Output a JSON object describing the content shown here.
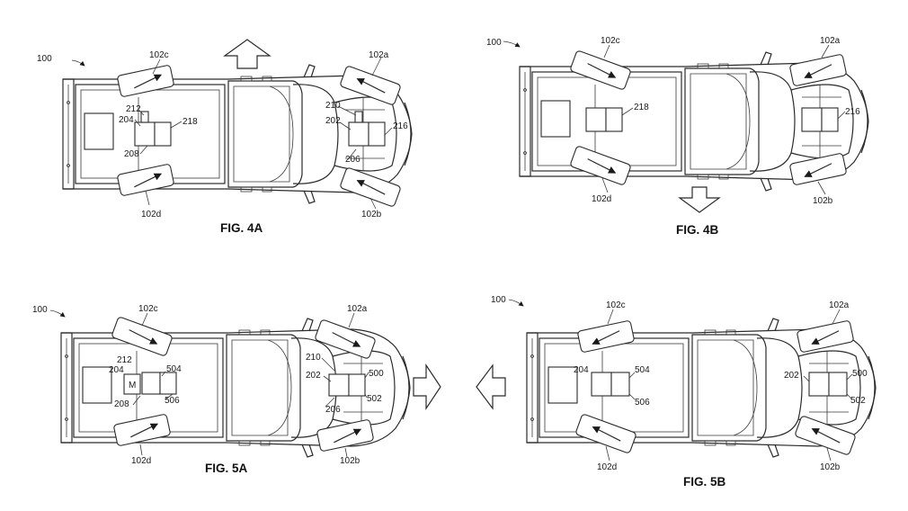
{
  "figures": [
    {
      "id": "4a",
      "caption": "FIG. 4A",
      "labels": {
        "ref": "100",
        "w_rl": "102c",
        "w_fl": "102a",
        "w_rr": "102d",
        "w_fr": "102b",
        "r_act": "204",
        "r_link": "212",
        "r_ctrl": "218",
        "r_arm": "208",
        "f_act": "202",
        "f_link": "210",
        "f_ctrl": "216",
        "f_arm": "206"
      }
    },
    {
      "id": "4b",
      "caption": "FIG. 4B",
      "labels": {
        "ref": "100",
        "w_rl": "102c",
        "w_fl": "102a",
        "w_rr": "102d",
        "w_fr": "102b",
        "r_ctrl": "218",
        "f_ctrl": "216"
      }
    },
    {
      "id": "5a",
      "caption": "FIG. 5A",
      "labels": {
        "ref": "100",
        "w_rl": "102c",
        "w_fl": "102a",
        "w_rr": "102d",
        "w_fr": "102b",
        "r_link": "212",
        "r_act": "204",
        "motor": "M",
        "r_c1": "504",
        "r_c2": "506",
        "r_arm": "208",
        "f_link": "210",
        "f_act": "202",
        "f_c1": "500",
        "f_c2": "502",
        "f_arm": "206"
      }
    },
    {
      "id": "5b",
      "caption": "FIG. 5B",
      "labels": {
        "ref": "100",
        "w_rl": "102c",
        "w_fl": "102a",
        "w_rr": "102d",
        "w_fr": "102b",
        "r_act": "204",
        "r_c1": "504",
        "r_c2": "506",
        "f_act": "202",
        "f_c1": "500",
        "f_c2": "502"
      }
    }
  ],
  "motion_arrows": [
    "up-arrow-icon",
    "down-arrow-icon",
    "right-arrow-icon",
    "left-arrow-icon"
  ]
}
